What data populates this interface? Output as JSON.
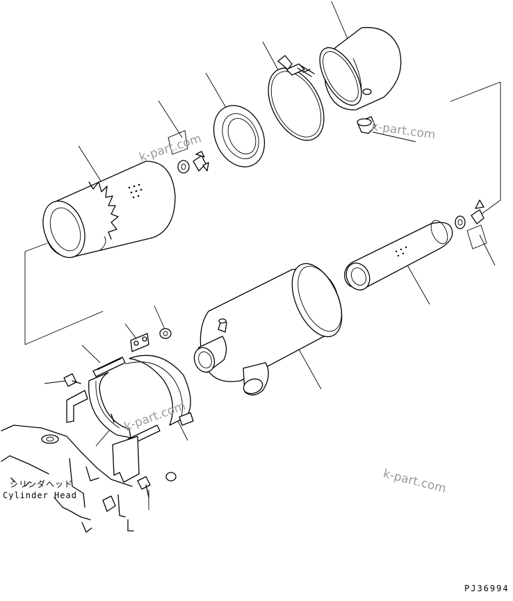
{
  "drawing": {
    "label_jp": "シリンダヘッド",
    "label_en": "Cylinder Head",
    "code": "PJ36994"
  },
  "watermark": {
    "text": "k-part.com"
  }
}
